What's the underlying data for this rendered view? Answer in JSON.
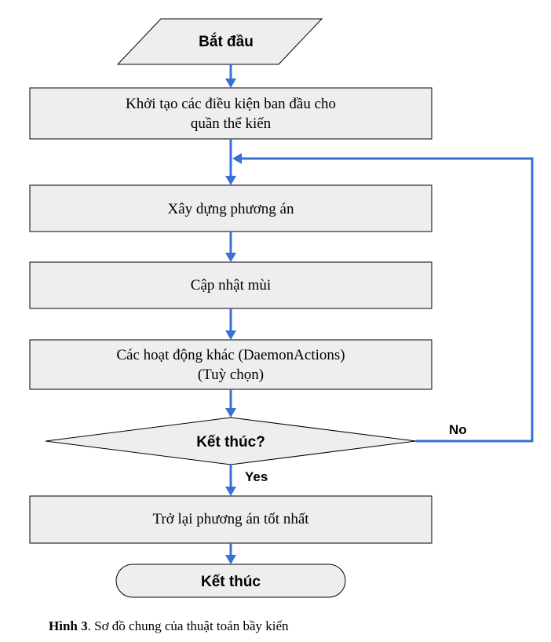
{
  "nodes": {
    "start": "Bắt đầu",
    "init_line1": "Khởi tạo các điều kiện ban đầu cho",
    "init_line2": "quần thể kiến",
    "build": "Xây dựng phương án",
    "update": "Cập nhật mùi",
    "daemon_line1": "Các hoạt động khác (DaemonActions)",
    "daemon_line2": "(Tuỳ chọn)",
    "decision": "Kết thúc?",
    "return_best": "Trở lại phương án tốt nhất",
    "end": "Kết thúc"
  },
  "edges": {
    "no_label": "No",
    "yes_label": "Yes"
  },
  "caption": {
    "label": "Hình 3",
    "text": ". Sơ đồ chung của thuật toán bầy kiến"
  },
  "colors": {
    "connector": "#3a6fd8",
    "box_fill": "#eeeeee"
  }
}
